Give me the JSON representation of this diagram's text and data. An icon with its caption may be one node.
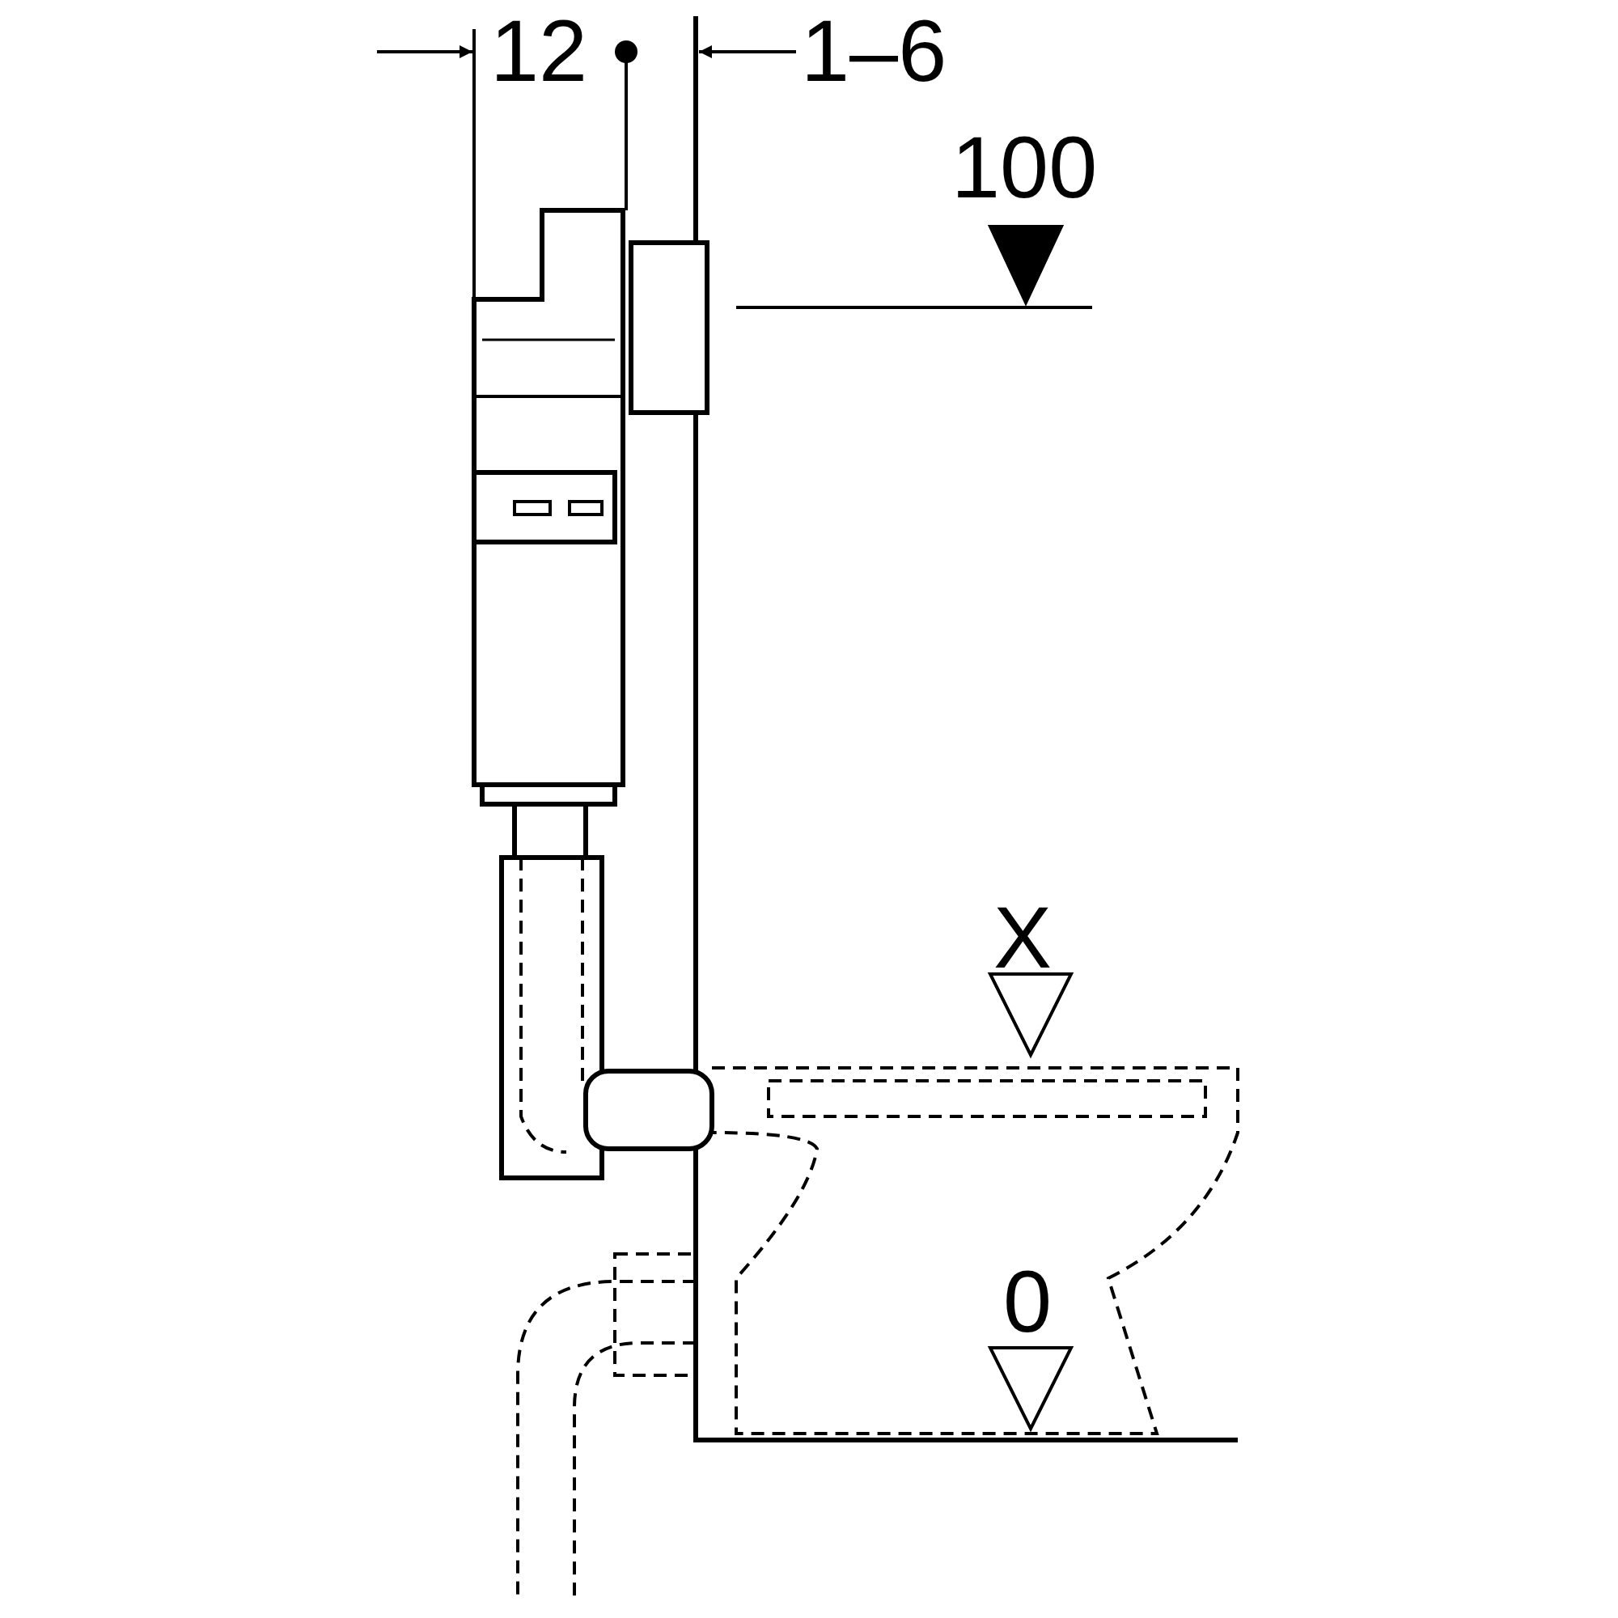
{
  "diagram": {
    "labels": [
      "12",
      "1–6",
      "100",
      "X",
      "0"
    ]
  }
}
